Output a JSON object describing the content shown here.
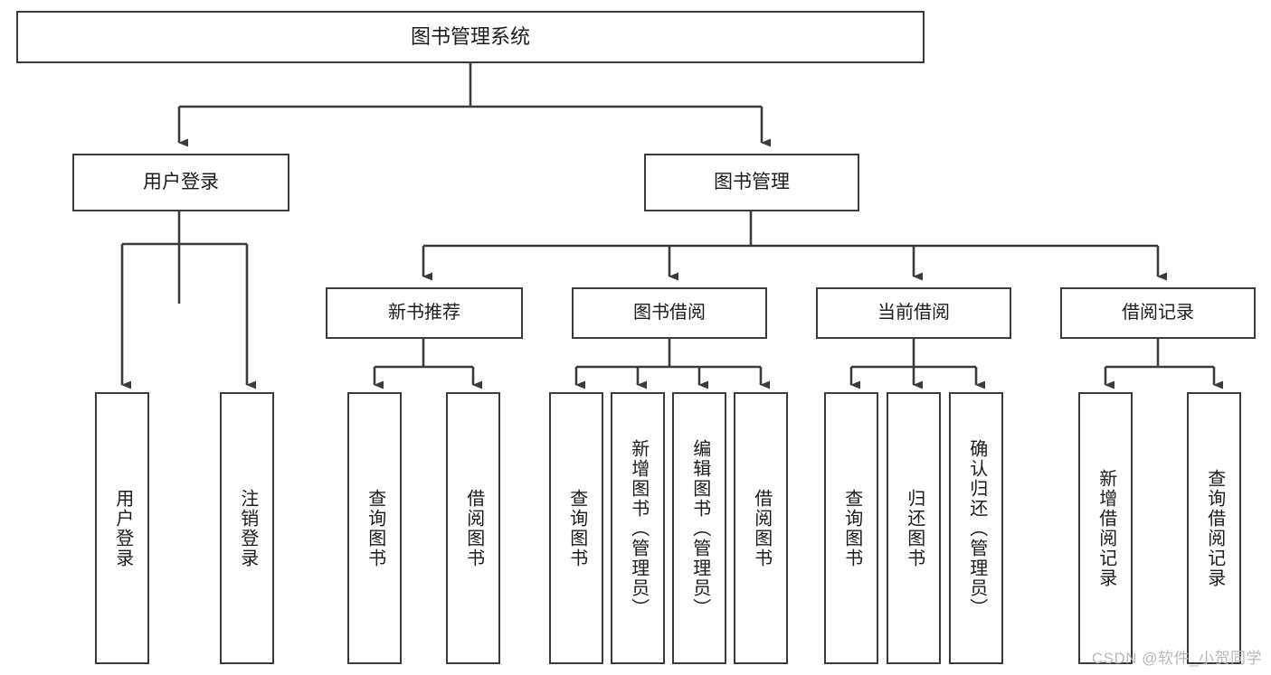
{
  "diagram": {
    "type": "tree",
    "title": "图书管理系统",
    "root": {
      "label": "图书管理系统"
    },
    "level1": [
      {
        "label": "用户登录"
      },
      {
        "label": "图书管理"
      }
    ],
    "level2": [
      {
        "label": "新书推荐"
      },
      {
        "label": "图书借阅"
      },
      {
        "label": "当前借阅"
      },
      {
        "label": "借阅记录"
      }
    ],
    "leaves": {
      "user_login": [
        {
          "label": "用户登录"
        },
        {
          "label": "注销登录"
        }
      ],
      "new_book_recommend": [
        {
          "label": "查询图书"
        },
        {
          "label": "借阅图书"
        }
      ],
      "book_borrow": [
        {
          "label": "查询图书"
        },
        {
          "label": "新增图书（管理员）"
        },
        {
          "label": "编辑图书（管理员）"
        },
        {
          "label": "借阅图书"
        }
      ],
      "current_borrow": [
        {
          "label": "查询图书"
        },
        {
          "label": "归还图书"
        },
        {
          "label": "确认归还（管理员）"
        }
      ],
      "borrow_record": [
        {
          "label": "新增借阅记录"
        },
        {
          "label": "查询借阅记录"
        }
      ]
    }
  },
  "watermark": {
    "text": "CSDN @软件_小贺同学"
  },
  "colors": {
    "border": "#3b3b3b",
    "background": "#ffffff",
    "text": "#1b1b1b",
    "watermark": "#b9b9b9"
  }
}
